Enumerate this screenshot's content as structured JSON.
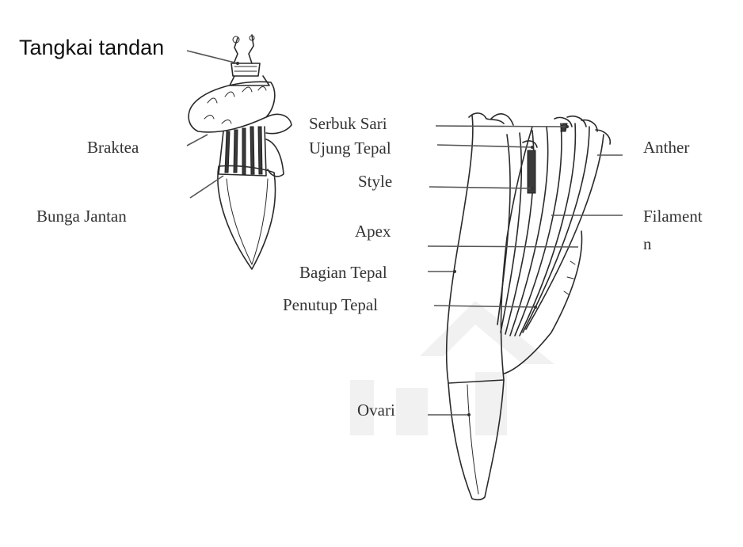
{
  "labels": {
    "tangkai_tandan": "Tangkai tandan",
    "braktea": "Braktea",
    "bunga_jantan": "Bunga Jantan",
    "serbuk_sari": "Serbuk Sari",
    "ujung_tepal": "Ujung Tepal",
    "style": "Style",
    "apex": "Apex",
    "bagian_tepal": "Bagian Tepal",
    "penutup_tepal": "Penutup Tepal",
    "ovari": "Ovari",
    "anther": "Anther",
    "filament_line1": "Filament",
    "filament_line2": "n"
  },
  "colors": {
    "ink": "#2a2a2a",
    "label_text": "#333333",
    "title_text": "#111111",
    "background": "#ffffff"
  }
}
